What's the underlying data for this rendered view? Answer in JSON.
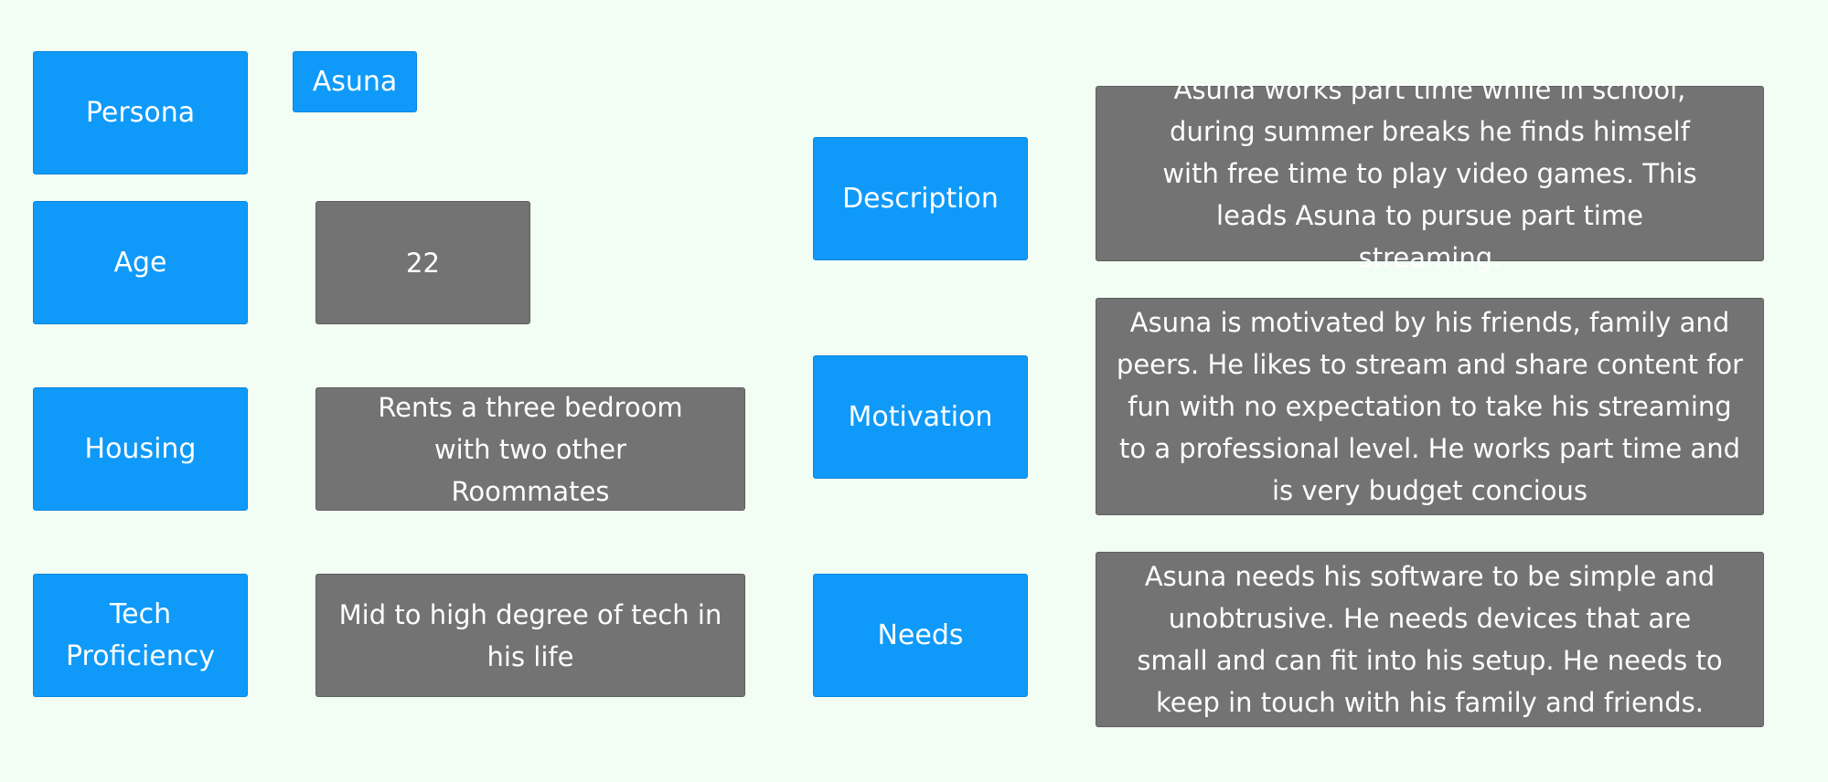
{
  "persona": {
    "label": "Persona",
    "name": "Asuna"
  },
  "age": {
    "label": "Age",
    "value": "22"
  },
  "housing": {
    "label": "Housing",
    "value": "Rents a three bedroom with two other Roommates"
  },
  "tech": {
    "label": "Tech Proficiency",
    "value": "Mid to high degree of tech in his life"
  },
  "description": {
    "label": "Description",
    "value": "Asuna works part time while in school, during summer breaks he finds himself with free time to play video games. This leads Asuna to pursue part time streaming."
  },
  "motivation": {
    "label": "Motivation",
    "value": "Asuna is motivated by his friends, family and peers. He likes to stream and share content for fun with no expectation to take his streaming to a professional level. He works part time and is very budget concious"
  },
  "needs": {
    "label": "Needs",
    "value": "Asuna needs his software to be simple and unobtrusive. He needs devices that are small and can fit into his setup. He needs to keep in touch with his family and friends."
  },
  "colors": {
    "background": "#f2fdf3",
    "label_box": "#0f9af9",
    "value_box": "#737373",
    "text": "#ffffff"
  }
}
